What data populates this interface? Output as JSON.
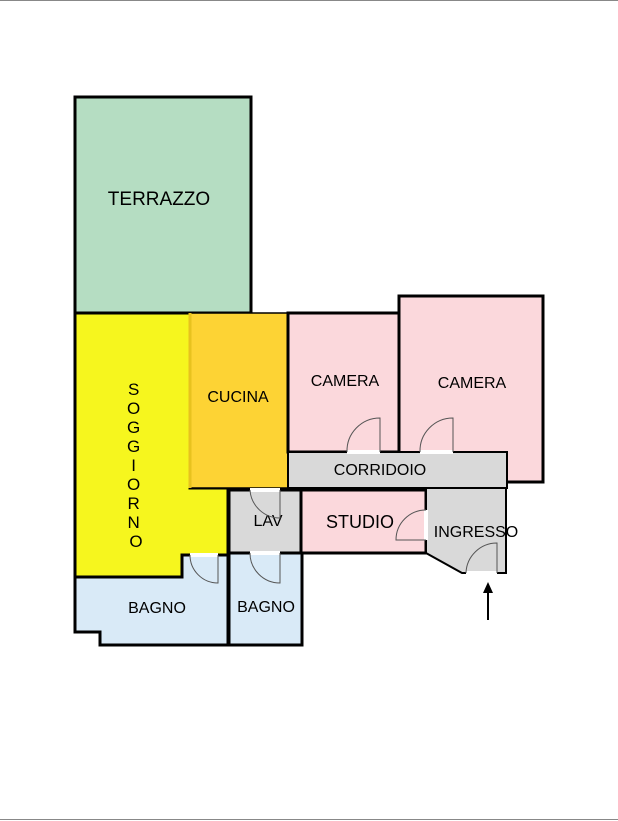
{
  "plan": {
    "rooms": {
      "terrazzo": {
        "label": "TERRAZZO",
        "color": "#b5ddc2"
      },
      "soggiorno": {
        "label": "SOGGIORNO",
        "color": "#f6f61e"
      },
      "cucina": {
        "label": "CUCINA",
        "color": "#fdd334"
      },
      "camera_left": {
        "label": "CAMERA",
        "color": "#fbd8dc"
      },
      "camera_right": {
        "label": "CAMERA",
        "color": "#fbd8dc"
      },
      "corridoio": {
        "label": "CORRIDOIO",
        "color": "#d9d9d9"
      },
      "lav": {
        "label": "LAV",
        "color": "#d9d9d9"
      },
      "studio": {
        "label": "STUDIO",
        "color": "#fbd8dc"
      },
      "ingresso": {
        "label": "INGRESSO",
        "color": "#d9d9d9"
      },
      "bagno_left": {
        "label": "BAGNO",
        "color": "#d9eaf7"
      },
      "bagno_right": {
        "label": "BAGNO",
        "color": "#d9eaf7"
      }
    },
    "wall_color": "#000000",
    "entrance_arrow_icon": "arrow-up-icon"
  }
}
